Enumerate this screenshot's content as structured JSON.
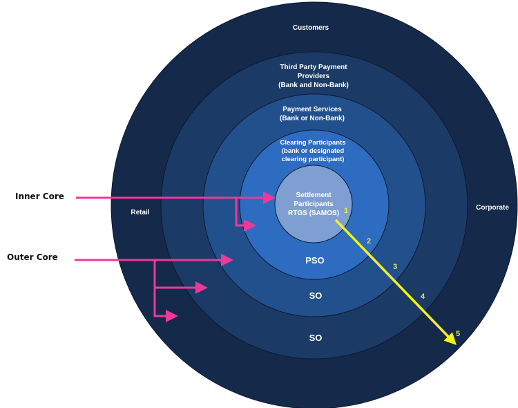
{
  "rings": {
    "customers": {
      "label": "Customers",
      "color": "#15294a"
    },
    "third_party": {
      "lines": [
        "Third Party Payment",
        "Providers",
        "(Bank and Non-Bank)"
      ],
      "color": "#1b3a66"
    },
    "payment_services": {
      "lines": [
        "Payment Services",
        "(Bank or Non-Bank)"
      ],
      "color": "#22508d"
    },
    "clearing": {
      "lines": [
        "Clearing Participants",
        "(bank or designated",
        "clearing participant)"
      ],
      "color": "#2d6cc0"
    },
    "settlement": {
      "lines": [
        "Settlement",
        "Participants",
        "RTGS (SAMOS)"
      ],
      "color": "#7f9fd2"
    }
  },
  "ring_labels": {
    "pso": "PSO",
    "so_inner": "SO",
    "so_outer": "SO",
    "retail": "Retail",
    "corporate": "Corporate"
  },
  "side_labels": {
    "inner_core": "Inner Core",
    "outer_core": "Outer Core"
  },
  "numbers": [
    "1",
    "2",
    "3",
    "4",
    "5"
  ],
  "colors": {
    "pink_arrow": "#f0389a",
    "yellow_arrow": "#f4f41c"
  }
}
